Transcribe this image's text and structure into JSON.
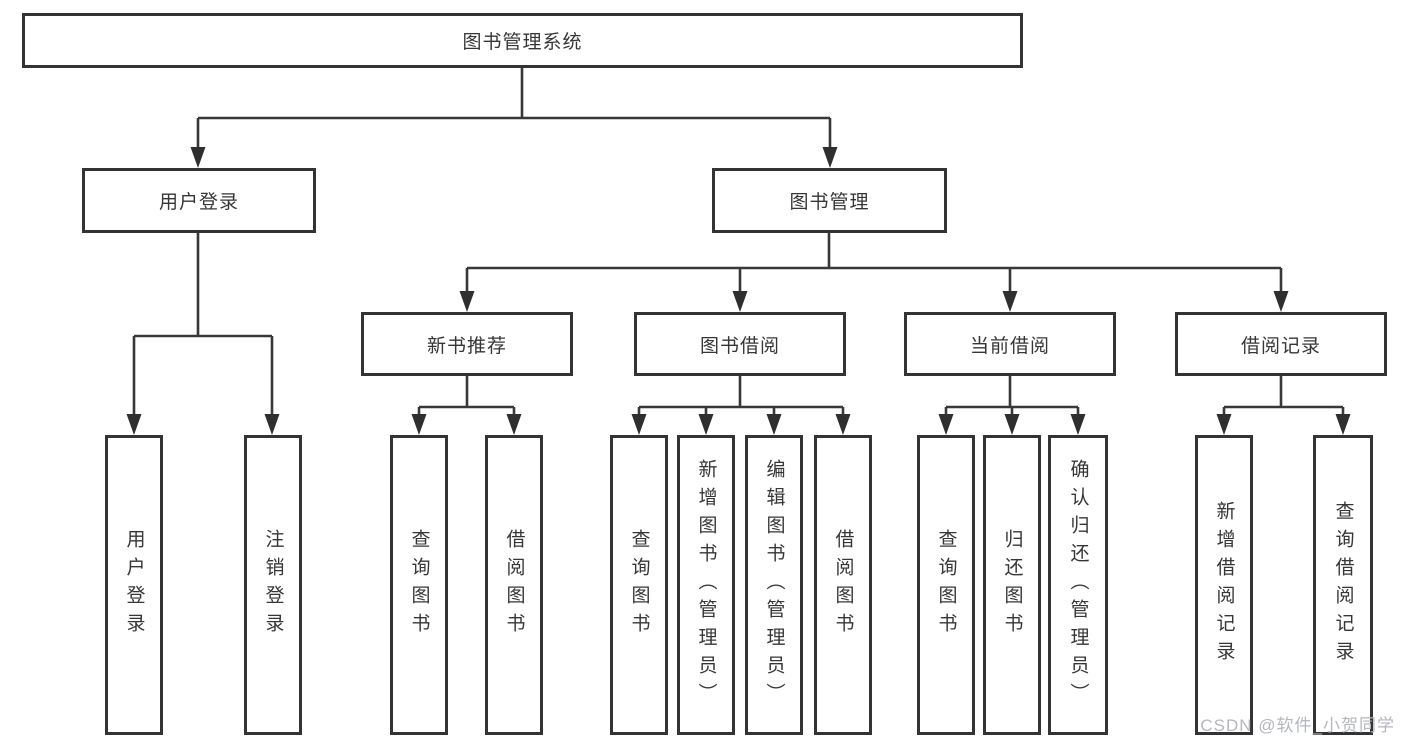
{
  "diagram": {
    "root": "图书管理系统",
    "level2": [
      "用户登录",
      "图书管理"
    ],
    "level3": [
      "新书推荐",
      "图书借阅",
      "当前借阅",
      "借阅记录"
    ],
    "leaves": {
      "login": [
        "用户登录",
        "注销登录"
      ],
      "recommend": [
        "查询图书",
        "借阅图书"
      ],
      "borrow": [
        "查询图书",
        "新增图书（管理员）",
        "编辑图书（管理员）",
        "借阅图书"
      ],
      "current": [
        "查询图书",
        "归还图书",
        "确认归还（管理员）"
      ],
      "records": [
        "新增借阅记录",
        "查询借阅记录"
      ]
    }
  },
  "watermark": "CSDN @软件_小贺同学",
  "colors": {
    "border": "#333333",
    "line": "#383838",
    "text": "#363636",
    "watermark": "#b4b7be",
    "background": "#ffffff"
  }
}
